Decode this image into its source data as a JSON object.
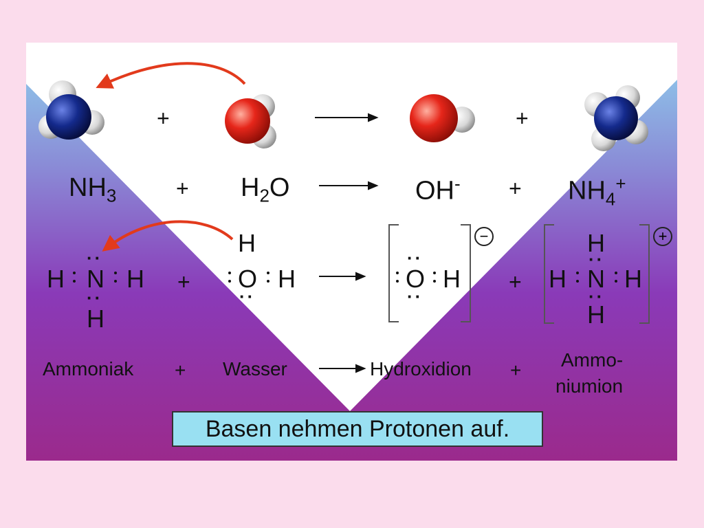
{
  "equation_row": {
    "reactant1": {
      "base": "NH",
      "sub": "3"
    },
    "plus1": "+",
    "reactant2": {
      "base": "H",
      "sub": "2",
      "tail": "O"
    },
    "product1": {
      "base": "OH",
      "sup": "-"
    },
    "plus2": "+",
    "product2": {
      "base": "NH",
      "sub": "4",
      "sup": "+"
    }
  },
  "model_row": {
    "plus1": "+",
    "plus2": "+"
  },
  "lewis_row": {
    "ammonia": {
      "left": "H",
      "center": "N",
      "right": "H",
      "bottom": "H"
    },
    "water": {
      "top": "H",
      "center": "O",
      "right": "H"
    },
    "hydroxide": {
      "center": "O",
      "right": "H",
      "charge": "−"
    },
    "ammonium": {
      "top": "H",
      "left": "H",
      "center": "N",
      "right": "H",
      "bottom": "H",
      "charge": "+"
    },
    "plus1": "+",
    "plus2": "+"
  },
  "names_row": {
    "ammonia": "Ammoniak",
    "plus1": "+",
    "water": "Wasser",
    "hydroxide": "Hydroxidion",
    "plus2": "+",
    "ammonium_line1": "Ammo-",
    "ammonium_line2": "niumion"
  },
  "caption": "Basen nehmen Protonen auf.",
  "colors": {
    "nitrogen": "#142a8c",
    "oxygen": "#e6261a",
    "hydrogen": "#d8d8d8",
    "arrow_red": "#e23a1c",
    "caption_bg": "#99e0f2",
    "page_bg": "#fbdcec"
  }
}
